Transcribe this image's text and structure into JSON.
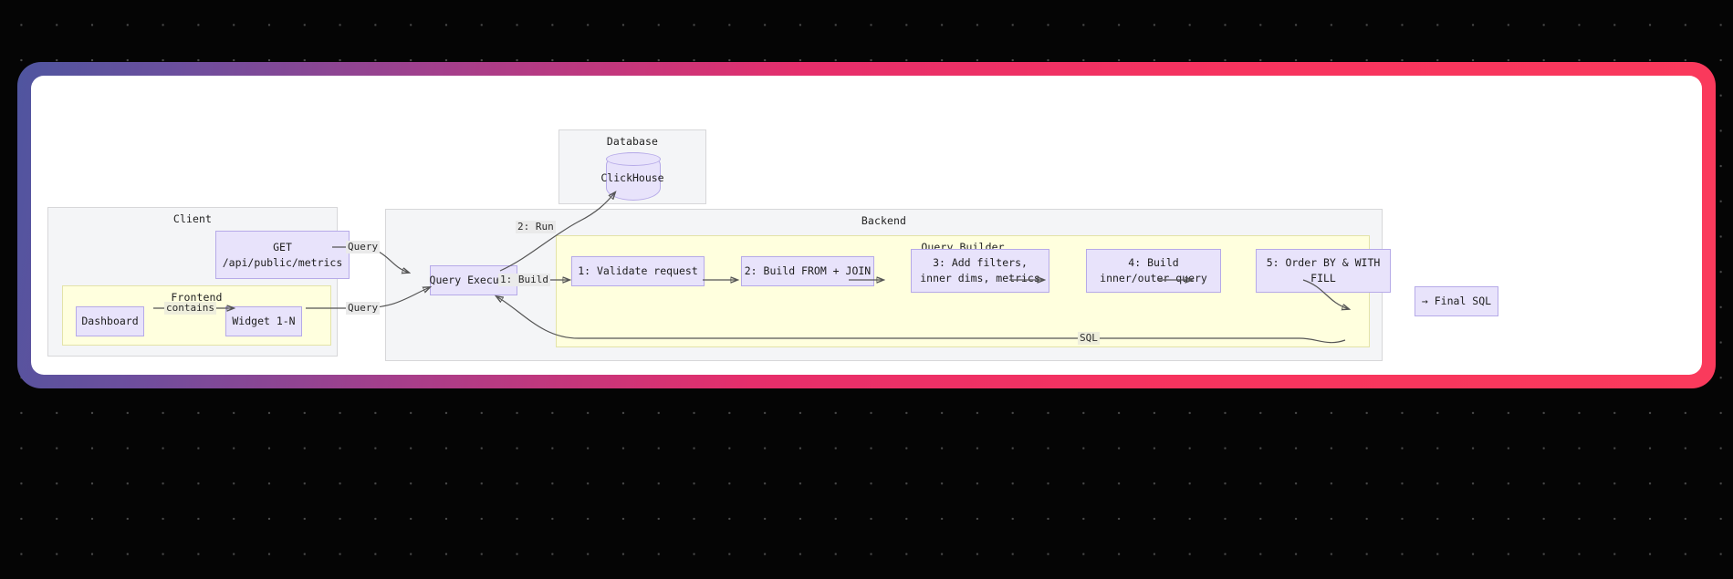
{
  "canvas": {
    "background_color": "#050505",
    "dot_color": "#4a4a4a",
    "frame_gradient_from": "#4f559f",
    "frame_gradient_to": "#fa3a5c",
    "card_color": "#ffffff"
  },
  "diagram": {
    "groups": [
      {
        "key": "client",
        "title": "Client"
      },
      {
        "key": "frontend",
        "title": "Frontend"
      },
      {
        "key": "database",
        "title": "Database"
      },
      {
        "key": "backend",
        "title": "Backend"
      },
      {
        "key": "query_builder",
        "title": "Query Builder"
      }
    ],
    "nodes": {
      "get_endpoint": {
        "line1": "GET",
        "line2": "/api/public/metrics"
      },
      "dashboard": {
        "line1": "Dashboard"
      },
      "widget": {
        "line1": "Widget 1-N"
      },
      "clickhouse": {
        "line1": "ClickHouse"
      },
      "query_executor": {
        "line1": "Query Executor"
      },
      "step1": {
        "line1": "1: Validate request"
      },
      "step2": {
        "line1": "2: Build FROM + JOIN"
      },
      "step3": {
        "line1": "3: Add filters,",
        "line2": "inner dims, metrics"
      },
      "step4": {
        "line1": "4: Build",
        "line2": "inner/outer query"
      },
      "step5": {
        "line1": "5: Order BY & WITH",
        "line2": "FILL"
      },
      "final_sql": {
        "line1": "→ Final SQL"
      }
    },
    "edge_labels": {
      "contains": "contains",
      "query_top": "Query",
      "query_bottom": "Query",
      "run": "2: Run",
      "build": "1: Build",
      "sql": "SQL"
    },
    "colors": {
      "node_fill": "#e8e3fb",
      "node_border": "#b6aae8",
      "group_fill": "#f4f5f7",
      "group_border": "#d7d7d9",
      "group_yellow_fill": "#ffffde",
      "group_yellow_border": "#e3e3a8",
      "edge_stroke": "#555555"
    }
  }
}
